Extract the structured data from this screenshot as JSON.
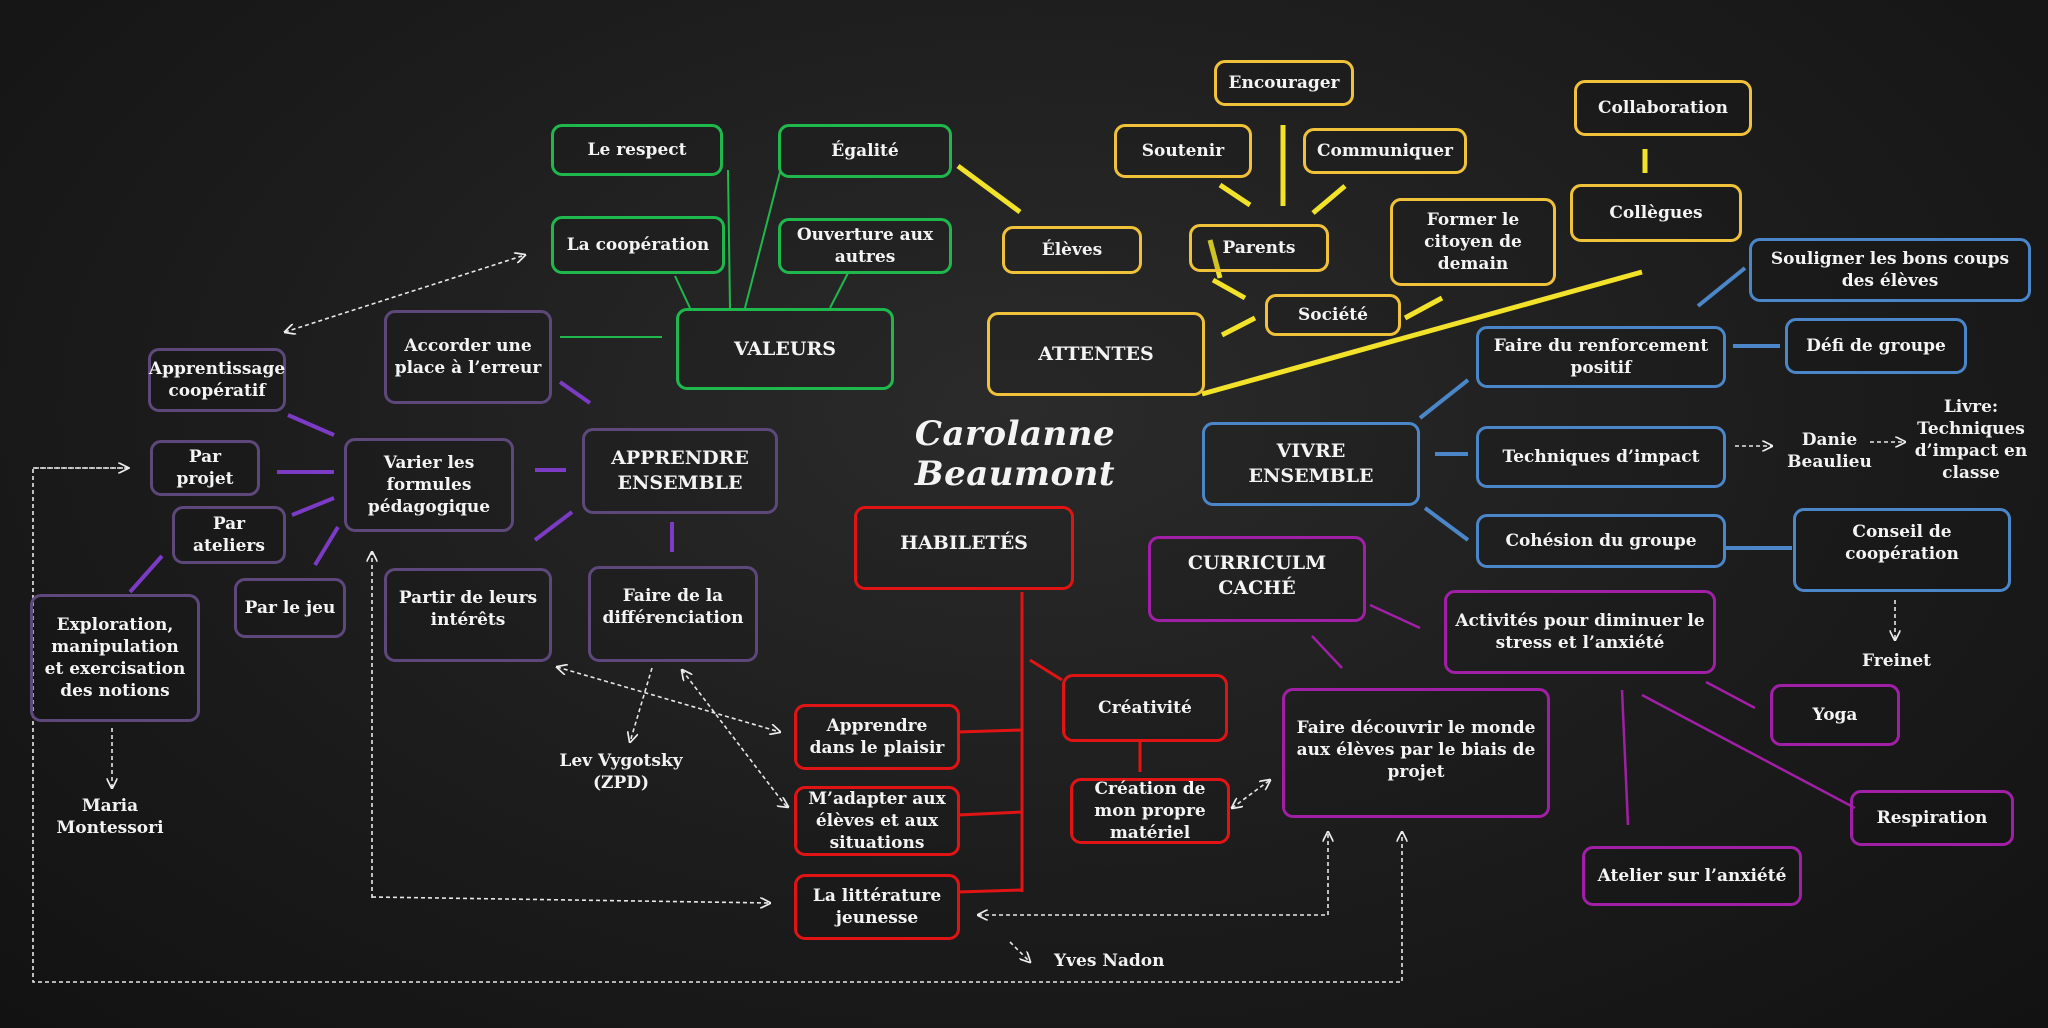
{
  "title": "Carolanne Beaumont",
  "colors": {
    "green": "#1fb84c",
    "yellow": "#f0c23a",
    "blue": "#4a86c8",
    "purple": "#5e477a",
    "red": "#e01414",
    "magenta": "#a11fa6",
    "line_yellow": "#f2e22a",
    "line_purple": "#7b3bc4",
    "line_blue": "#4a86c8"
  },
  "valeurs": {
    "main": "VALEURS",
    "respect": "Le respect",
    "egalite": "Égalité",
    "cooperation": "La coopération",
    "ouverture": "Ouverture aux autres"
  },
  "attentes": {
    "main": "ATTENTES",
    "eleves": "Élèves",
    "encourager": "Encourager",
    "soutenir": "Soutenir",
    "communiquer": "Communiquer",
    "parents": "Parents",
    "societe": "Société",
    "former": "Former le citoyen de demain",
    "collaboration": "Collaboration",
    "collegues": "Collègues"
  },
  "vivre": {
    "main": "VIVRE ENSEMBLE",
    "souligner": "Souligner les bons coups  des élèves",
    "renforcement": "Faire du renforcement positif",
    "defi": "Défi de groupe",
    "techniques": "Techniques d’impact",
    "danie": "Danie Beaulieu",
    "livre": "Livre: Techniques d’impact en classe",
    "cohesion": "Cohésion du groupe",
    "conseil": "Conseil de coopération",
    "freinet": "Freinet"
  },
  "apprendre": {
    "main": "APPRENDRE ENSEMBLE",
    "accorder": "Accorder une place à l’erreur",
    "varier": "Varier les formules pédagogique",
    "apprentissage": "Apprentissage coopératif",
    "projet": "Par projet",
    "ateliers": "Par ateliers",
    "jeu": "Par le jeu",
    "exploration": "Exploration, manipulation et exercisation des notions",
    "maria": "Maria Montessori",
    "partir": "Partir de leurs intérêts",
    "differenciation": "Faire de la différenciation",
    "vygotsky": "Lev Vygotsky (ZPD)"
  },
  "habiletes": {
    "main": "HABILETÉS",
    "plaisir": "Apprendre dans le plaisir",
    "adapter": "M’adapter aux élèves et aux situations",
    "litterature": "La littérature jeunesse",
    "nadon": "Yves Nadon",
    "creativite": "Créativité",
    "materiel": "Création de mon propre matériel"
  },
  "curriculum": {
    "main": "CURRICULM CACHÉ",
    "decouvrir": "Faire découvrir le monde aux élèves par le biais de projet",
    "activites": "Activités pour diminuer le stress et l’anxiété",
    "yoga": "Yoga",
    "respiration": "Respiration",
    "atelier": "Atelier sur l’anxiété"
  }
}
